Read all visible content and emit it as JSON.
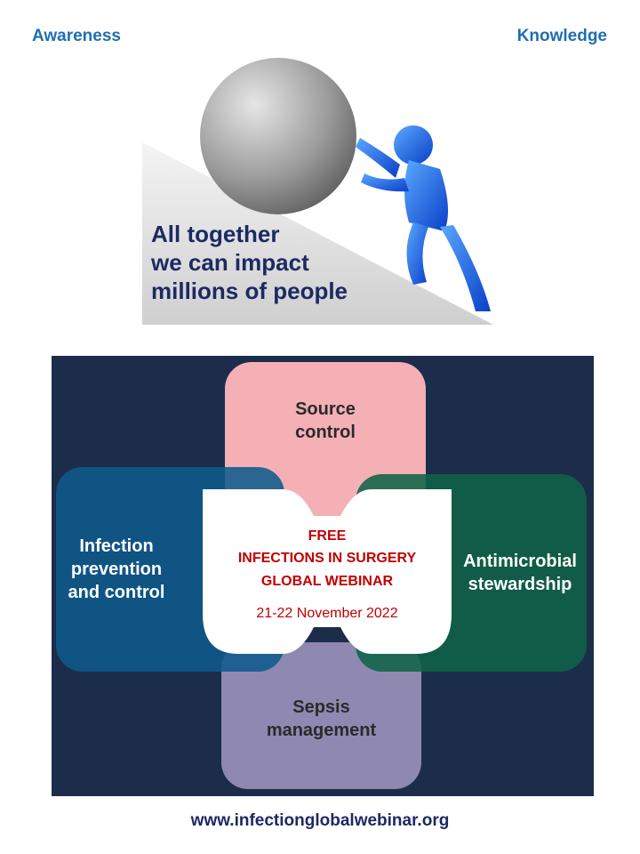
{
  "header": {
    "left": "Awareness",
    "right": "Knowledge"
  },
  "hero": {
    "line1": "All together",
    "line2": "we can impact",
    "line3": "millions of people"
  },
  "pillars": {
    "top": {
      "line1": "Source",
      "line2": "control"
    },
    "left": {
      "line1": "Infection",
      "line2": "prevention",
      "line3": "and control"
    },
    "right": {
      "line1": "Antimicrobial",
      "line2": "stewardship"
    },
    "bottom": {
      "line1": "Sepsis",
      "line2": "management"
    }
  },
  "webinar": {
    "free": "FREE",
    "title1": "INFECTIONS IN SURGERY",
    "title2": "GLOBAL WEBINAR",
    "dates": "21-22 November 2022"
  },
  "footer": {
    "url": "www.infectionglobalwebinar.org"
  },
  "colors": {
    "navy": "#1c2d4b",
    "pink": "#f4b0b5",
    "blue": "#0f5a8c",
    "green": "#106348",
    "purple": "#8f88b0",
    "red": "#c00000"
  }
}
